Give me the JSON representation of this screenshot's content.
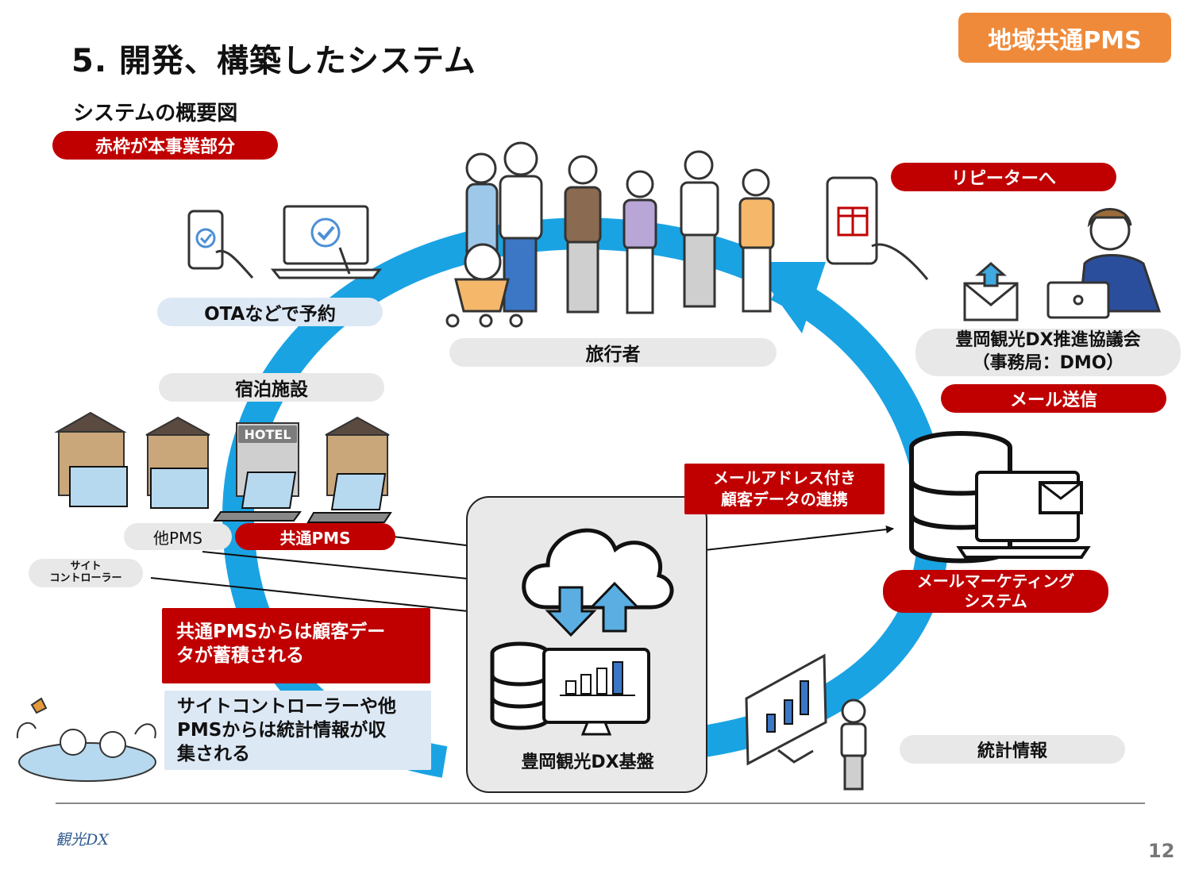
{
  "header": {
    "title": "5. 開発、構築したシステム",
    "subtitle": "システムの概要図",
    "badge": "地域共通PMS",
    "legend_note": "赤枠が本事業部分"
  },
  "labels": {
    "ota": "OTAなどで予約",
    "travelers": "旅行者",
    "lodging": "宿泊施設",
    "hotel_sign": "HOTEL",
    "other_pms": "他PMS",
    "common_pms": "共通PMS",
    "site_controller_line1": "サイト",
    "site_controller_line2": "コントローラー",
    "to_repeaters": "リピーターへ",
    "dmo_line1": "豊岡観光DX推進協議会",
    "dmo_line2": "（事務局：DMO）",
    "mail_send": "メール送信",
    "email_link_line1": "メールアドレス付き",
    "email_link_line2": "顧客データの連携",
    "mail_marketing_line1": "メールマーケティング",
    "mail_marketing_line2": "システム",
    "common_pms_note_line1": "共通PMSからは顧客デー",
    "common_pms_note_line2": "タが蓄積される",
    "stats_note_line1": "サイトコントローラーや他",
    "stats_note_line2": "PMSからは統計情報が収",
    "stats_note_line3": "集される",
    "platform": "豊岡観光DX基盤",
    "statistics": "統計情報"
  },
  "footer": {
    "logo_text": "観光DX",
    "page_number": "12"
  },
  "colors": {
    "accent_red": "#c00000",
    "accent_orange": "#ef8a3a",
    "cycle_blue": "#1aa3e3",
    "arrow_blue": "#5aaee2"
  }
}
